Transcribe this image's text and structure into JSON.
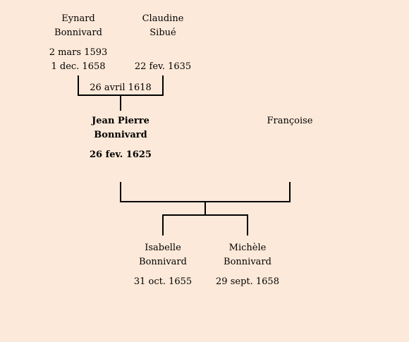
{
  "eynard": {
    "first": "Eynard",
    "last": "Bonnivard",
    "birth": "2 mars 1593",
    "death": "1 dec. 1658"
  },
  "claudine": {
    "first": "Claudine",
    "last": "Sibué",
    "death": "22 fev. 1635"
  },
  "marriage_date": "26 avril 1618",
  "jean_pierre": {
    "first": "Jean Pierre",
    "last": "Bonnivard",
    "date": "26 fev. 1625"
  },
  "francoise": {
    "first": "Françoise"
  },
  "isabelle": {
    "first": "Isabelle",
    "last": "Bonnivard",
    "date": "31 oct. 1655"
  },
  "michele": {
    "first": "Michèle",
    "last": "Bonnivard",
    "date": "29 sept. 1658"
  }
}
